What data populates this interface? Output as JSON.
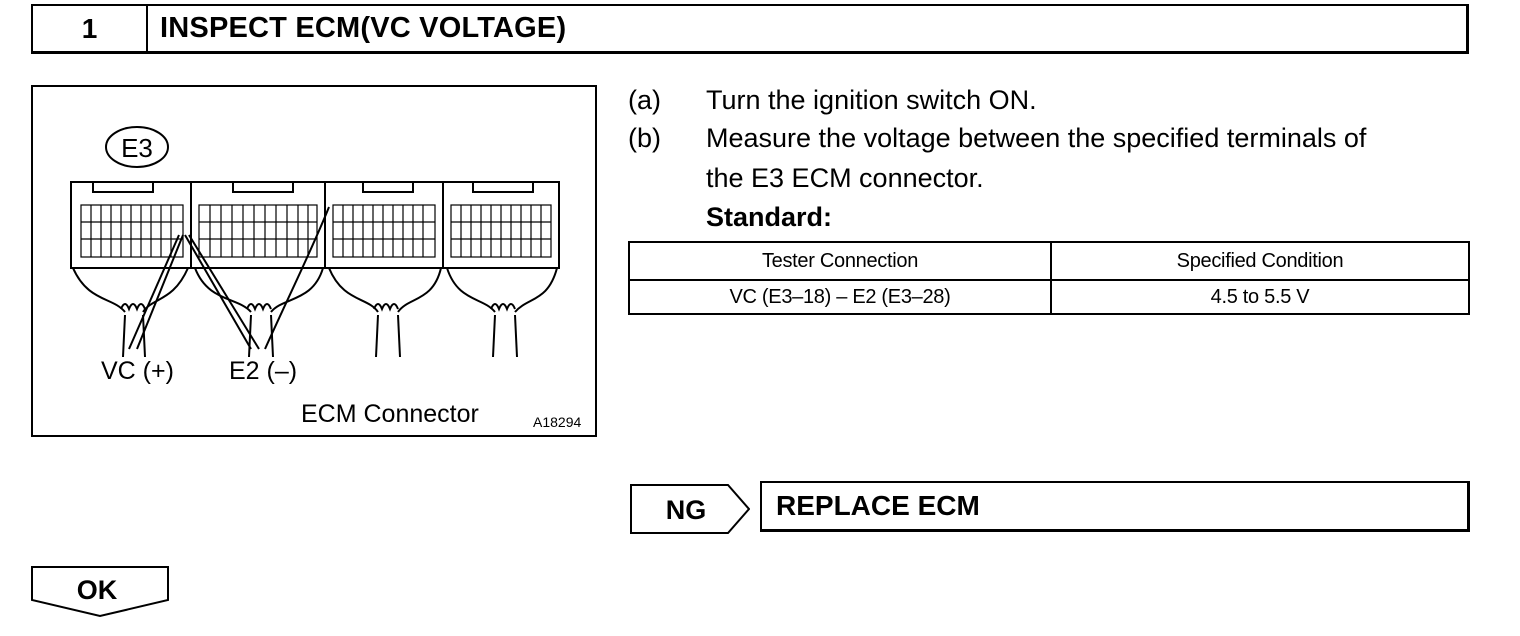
{
  "step": {
    "number": "1",
    "title": "INSPECT ECM(VC VOLTAGE)"
  },
  "figure": {
    "connector_tag": "E3",
    "terminal_vc": "VC (+)",
    "terminal_e2": "E2 (–)",
    "caption": "ECM Connector",
    "figure_id": "A18294"
  },
  "instructions": [
    {
      "label": "(a)",
      "lines": [
        "Turn the ignition switch ON."
      ]
    },
    {
      "label": "(b)",
      "lines": [
        "Measure the voltage between the specified terminals of",
        "the E3 ECM connector."
      ]
    }
  ],
  "standard_label": "Standard:",
  "spec_table": {
    "headers": [
      "Tester Connection",
      "Specified Condition"
    ],
    "rows": [
      [
        "VC (E3–18) – E2 (E3–28)",
        "4.5 to 5.5 V"
      ]
    ]
  },
  "ng": {
    "label": "NG",
    "action": "REPLACE ECM"
  },
  "ok": {
    "label": "OK"
  }
}
